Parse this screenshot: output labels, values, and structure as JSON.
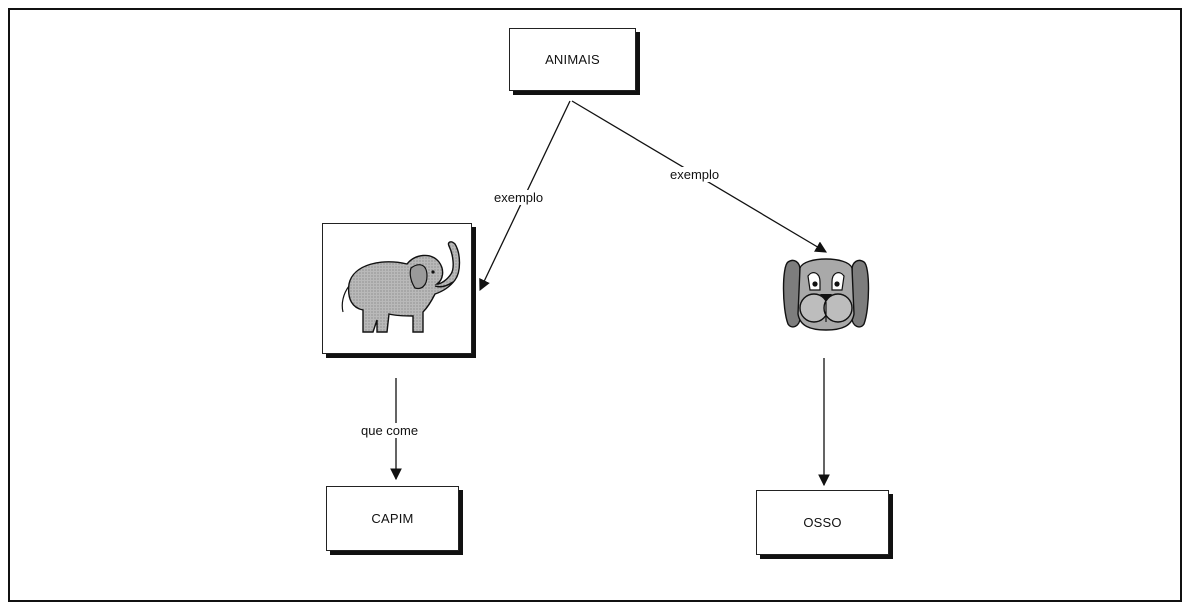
{
  "concept_map": {
    "nodes": {
      "root": "ANIMAIS",
      "left_leaf": "CAPIM",
      "right_leaf": "OSSO",
      "left_picture": "elephant",
      "right_picture": "dog"
    },
    "links": {
      "root_to_left": "exemplo",
      "root_to_right": "exemplo",
      "left_to_leaf": "que come",
      "right_to_leaf": ""
    }
  }
}
